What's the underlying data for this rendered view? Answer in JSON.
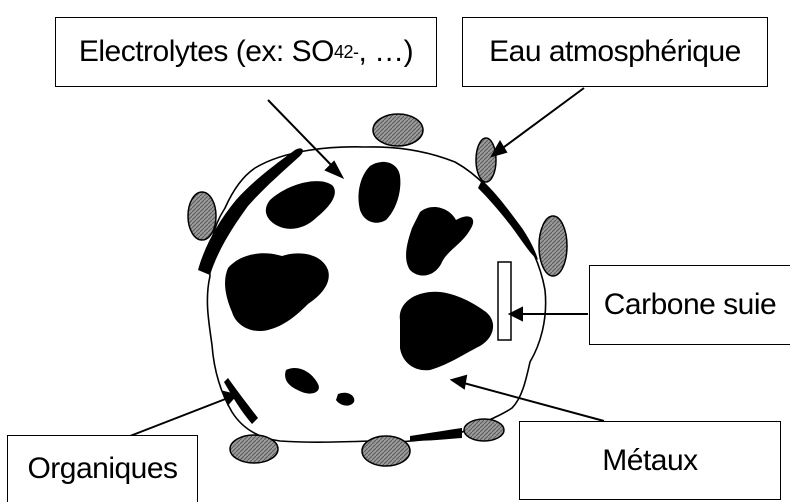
{
  "labels": {
    "electrolytes": {
      "prefix": "Electrolytes (ex: SO",
      "sub": "4",
      "sup": "2-",
      "suffix": ", …)"
    },
    "eau_atmospherique": "Eau atmosphérique",
    "carbone_suie": "Carbone suie",
    "metaux": "Métaux",
    "organiques": "Organiques"
  },
  "colors": {
    "outline": "#000000",
    "particle_fill": "#ffffff",
    "droplet_fill": "#8c8c8c",
    "background": "#ffffff"
  }
}
